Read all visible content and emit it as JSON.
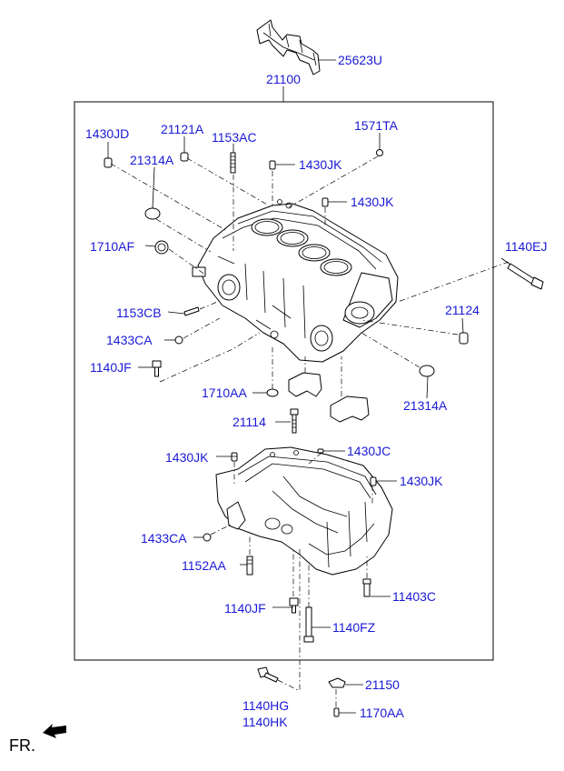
{
  "labels": {
    "p25623U": "25623U",
    "p21100": "21100",
    "p1430JD": "1430JD",
    "p21121A": "21121A",
    "p1153AC": "1153AC",
    "p1571TA": "1571TA",
    "p21314A_top": "21314A",
    "p1430JK_a": "1430JK",
    "p1430JK_b": "1430JK",
    "p1710AF": "1710AF",
    "p1140EJ": "1140EJ",
    "p1153CB": "1153CB",
    "p21124": "21124",
    "p1433CA_a": "1433CA",
    "p1140JF_a": "1140JF",
    "p1710AA": "1710AA",
    "p21314A_bot": "21314A",
    "p21114": "21114",
    "p1430JK_c": "1430JK",
    "p1430JC": "1430JC",
    "p1430JK_d": "1430JK",
    "p1433CA_b": "1433CA",
    "p1152AA": "1152AA",
    "p11403C": "11403C",
    "p1140JF_b": "1140JF",
    "p1140FZ": "1140FZ",
    "p21150": "21150",
    "p1140HG": "1140HG",
    "p1140HK": "1140HK",
    "p1170AA": "1170AA"
  },
  "orientation": {
    "front_label": "FR.",
    "arrow_icon": "front-arrow-icon"
  },
  "colors": {
    "label": "#1a1ad6",
    "line": "#000000",
    "background": "#ffffff"
  }
}
